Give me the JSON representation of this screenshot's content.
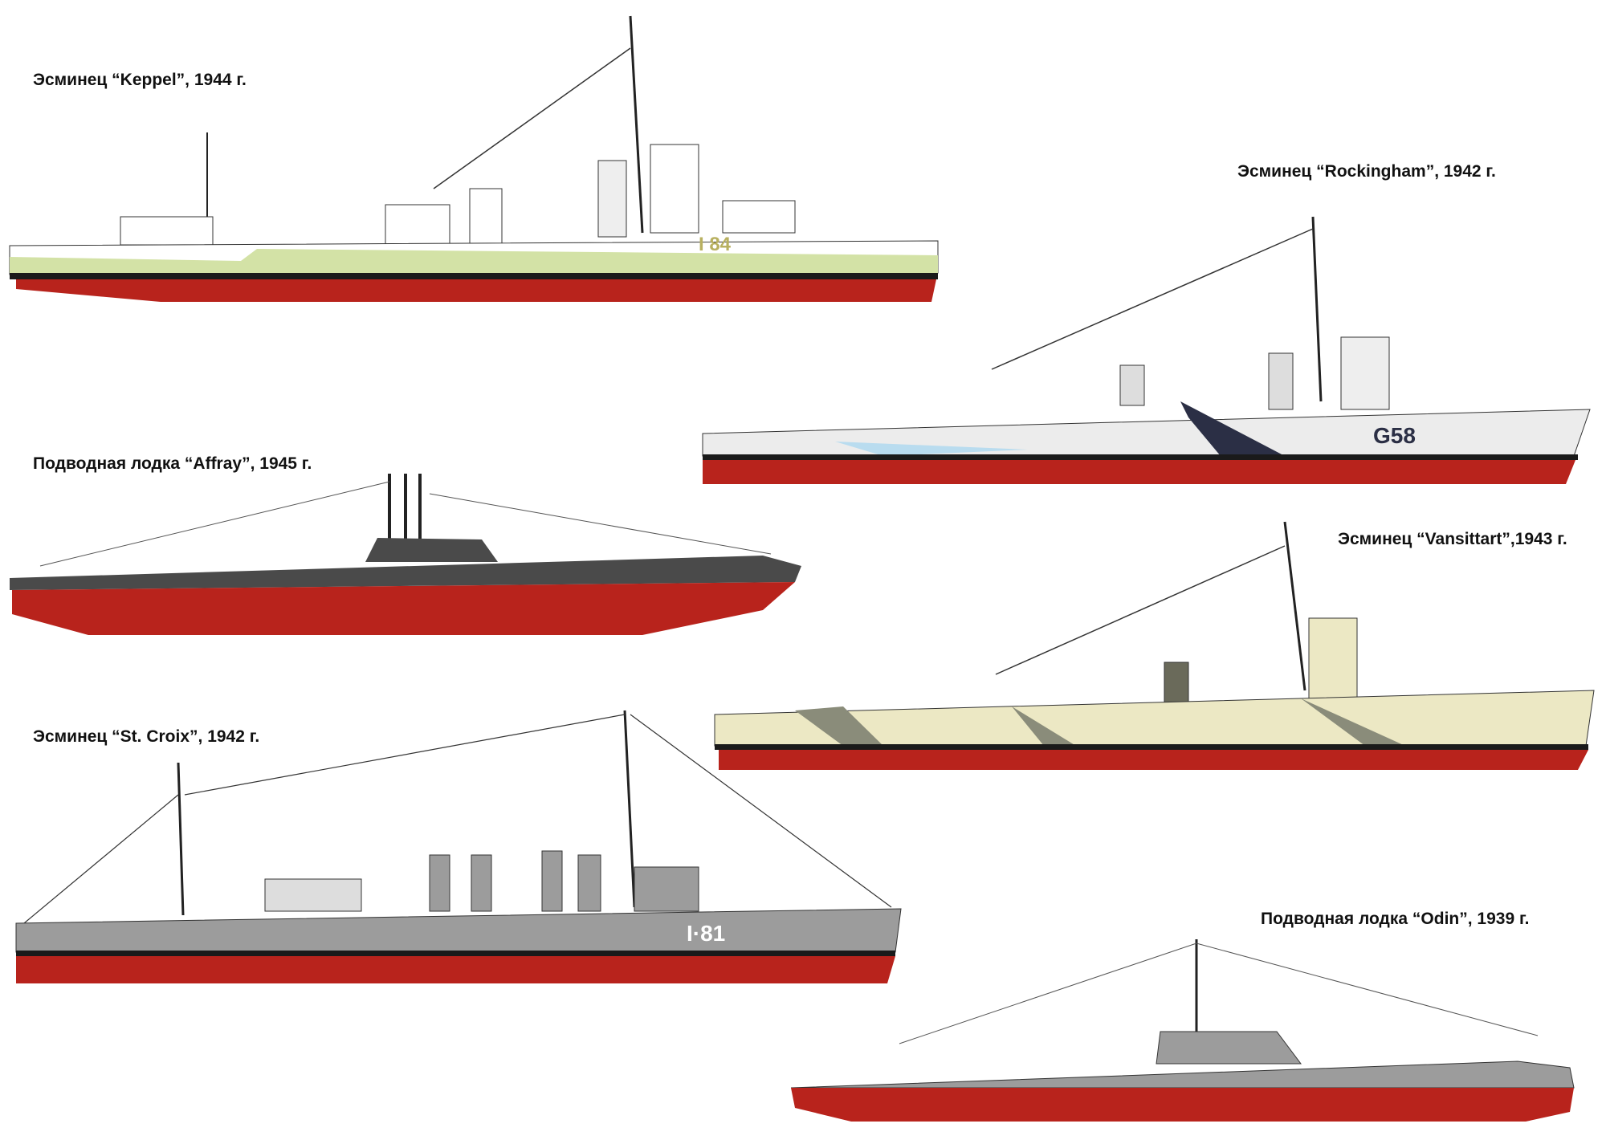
{
  "ships": [
    {
      "caption": "Эсминец “Keppel”, 1944 г.",
      "hull_number": "I 84"
    },
    {
      "caption": "Эсминец “Rockingham”,  1942 г.",
      "hull_number": "G58"
    },
    {
      "caption": "Подводная лодка “Affray”, 1945 г."
    },
    {
      "caption": "Эсминец “Vansittart”,1943 г."
    },
    {
      "caption": "Эсминец “St. Croix”, 1942 г.",
      "hull_number": "I·81"
    },
    {
      "caption": "Подводная лодка “Odin”, 1939 г."
    }
  ],
  "colors": {
    "hull_red": "#b8231c",
    "boot_black": "#1a1a1a",
    "keppel_green": "#d3e2a6",
    "grey": "#9c9c9c",
    "dark_grey": "#4a4a4a",
    "cream": "#ece8c4",
    "light_blue": "#b9dcef"
  }
}
